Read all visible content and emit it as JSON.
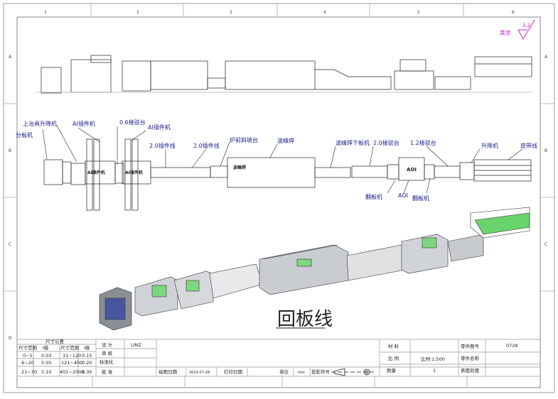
{
  "frame": {
    "columns": [
      "1",
      "2",
      "3",
      "4",
      "5",
      "6"
    ],
    "rows": [
      "A",
      "B",
      "C",
      "D"
    ],
    "roughness": {
      "label": "其余",
      "value": "3.2"
    }
  },
  "layout_labels": [
    "上治具升降机",
    "分板机",
    "AI插件机",
    "0.6接驳台",
    "AI插件机",
    "2.0插件线",
    "2.0插件线",
    "炉前斜坡台",
    "波峰焊",
    "波峰焊下板机",
    "2.0接驳台",
    "1.2接驳台",
    "升降机",
    "皮带线",
    "翻板机",
    "AOI",
    "翻板机"
  ],
  "machine_texts": {
    "ai1": "AI插件机",
    "ai2": "AI插件机",
    "wave": "波峰焊",
    "aoi": "AOI"
  },
  "view_title": "回板线",
  "title_block": {
    "tolerance": {
      "title": "尺寸公差",
      "headers": [
        "尺寸范围",
        "I级",
        "尺寸范围",
        "I级"
      ],
      "rows": [
        [
          "0~5",
          "0.03",
          "31~120",
          "0.15"
        ],
        [
          "6~20",
          "0.05",
          "121~400",
          "0.20"
        ],
        [
          "21~30",
          "0.10",
          "401~2000",
          "0.30"
        ]
      ]
    },
    "design_label": "设 计",
    "designer": "LINZ",
    "review_label": "审 核",
    "standard_label": "标准化",
    "approve_label": "批 准",
    "draw_date_label": "绘图日期",
    "draw_date": "2023-07-28",
    "print_date_label": "打印日期",
    "unit_label": "单位",
    "unit": "mm",
    "projection_label": "投影符号",
    "material_label": "材 料",
    "scale_label": "比 例",
    "scale": "比例:1:500",
    "qty_label": "数量",
    "qty": "1",
    "part_no_label": "零件图号",
    "part_no": "0728",
    "part_name_label": "零件名称",
    "surface_label": "表面处理"
  }
}
